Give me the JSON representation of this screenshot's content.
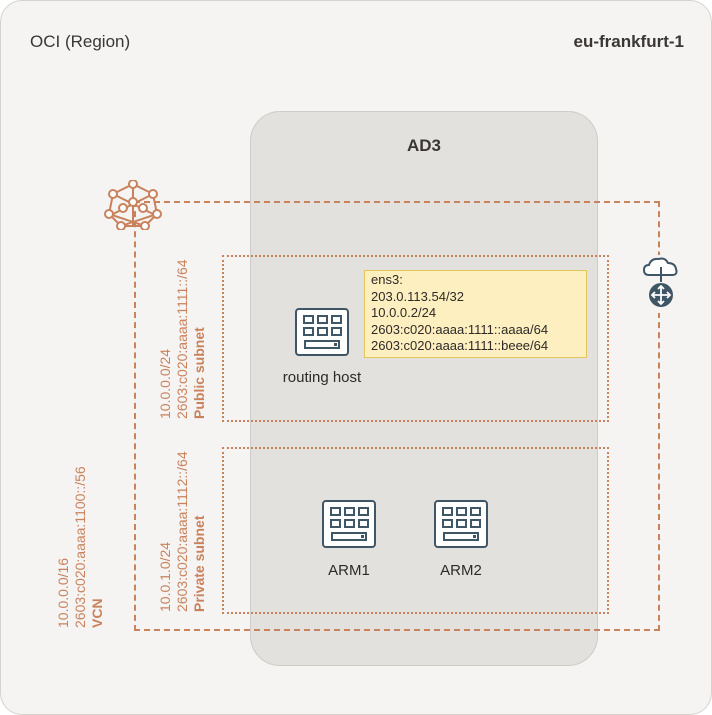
{
  "region": {
    "label": "OCI (Region)",
    "name": "eu-frankfurt-1"
  },
  "ad": {
    "label": "AD3"
  },
  "vcn": {
    "cidr4": "10.0.0.0/16",
    "cidr6": "2603:c020:aaaa:1100::/56",
    "label": "VCN"
  },
  "public_subnet": {
    "cidr4": "10.0.0.0/24",
    "cidr6": "2603:c020:aaaa:1111::/64",
    "label": "Public subnet"
  },
  "private_subnet": {
    "cidr4": "10.0.1.0/24",
    "cidr6": "2603:c020:aaaa:1112::/64",
    "label": "Private subnet"
  },
  "nodes": {
    "routing_host": "routing host",
    "arm1": "ARM1",
    "arm2": "ARM2"
  },
  "interface": {
    "name": "ens3:",
    "addresses": [
      "203.0.113.54/32",
      "10.0.0.2/24",
      "2603:c020:aaaa:1111::aaaa/64",
      "2603:c020:aaaa:1111::beee/64"
    ]
  },
  "icons": {
    "vcn": "vcn-icon",
    "gateway": "internet-gateway-icon",
    "compute": "compute-instance-icon"
  },
  "colors": {
    "accent": "#c9825c",
    "icon": "#3f5666",
    "note_fill": "#fdefbf"
  }
}
